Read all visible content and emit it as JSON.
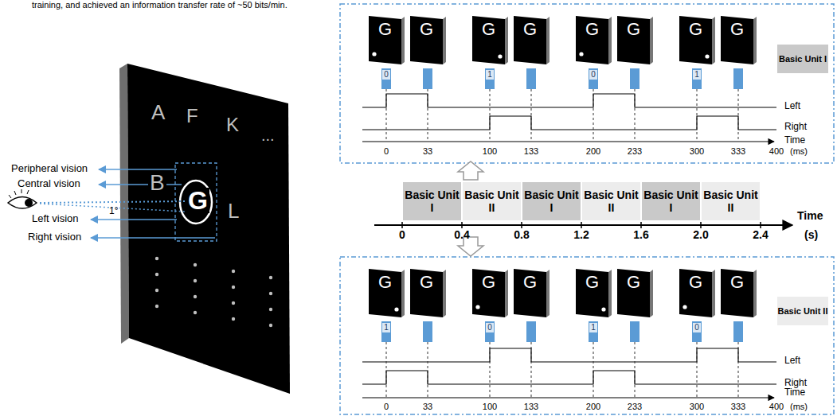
{
  "diagram": {
    "nodes": [
      {
        "text": [
          "A",
          "F",
          "K",
          "...",
          "B",
          "G",
          "L"
        ]
      },
      {
        "text": [
          "G"
        ]
      },
      {
        "text": [
          "G"
        ]
      },
      {
        "text": [
          "G"
        ]
      },
      {
        "text": [
          "G"
        ]
      },
      {
        "text": [
          "G"
        ]
      },
      {
        "text": [
          "G"
        ]
      },
      {
        "text": [
          "G"
        ]
      },
      {
        "text": [
          "G"
        ]
      },
      {
        "text": [
          "0"
        ]
      },
      {
        "text": [
          "1"
        ]
      },
      {
        "text": [
          "0"
        ]
      },
      {
        "text": [
          "1"
        ]
      },
      {
        "text": [
          "Basic Unit I"
        ]
      },
      {
        "text": [
          "Basic Unit I"
        ]
      },
      {
        "text": [
          "Basic Unit II"
        ]
      },
      {
        "text": [
          "Basic Unit I"
        ]
      },
      {
        "text": [
          "Basic Unit II"
        ]
      },
      {
        "text": [
          "Basic Unit I"
        ]
      },
      {
        "text": [
          "Basic Unit II"
        ]
      },
      {
        "text": [
          "G"
        ]
      },
      {
        "text": [
          "G"
        ]
      },
      {
        "text": [
          "G"
        ]
      },
      {
        "text": [
          "G"
        ]
      },
      {
        "text": [
          "G"
        ]
      },
      {
        "text": [
          "G"
        ]
      },
      {
        "text": [
          "G"
        ]
      },
      {
        "text": [
          "G"
        ]
      },
      {
        "text": [
          "1"
        ]
      },
      {
        "text": [
          "0"
        ]
      },
      {
        "text": [
          "1"
        ]
      },
      {
        "text": [
          "0"
        ]
      },
      {
        "text": [
          "Basic Unit II"
        ]
      }
    ],
    "labels": [
      "training, and achieved an information transfer rate of ~50 bits/min.",
      "Peripheral vision",
      "Central vision",
      "Left vision",
      "Right vision",
      "1°",
      "Left",
      "Right",
      "Time",
      "0",
      "33",
      "100",
      "133",
      "200",
      "233",
      "300",
      "333",
      "400",
      "(ms)",
      "0",
      "0.4",
      "0.8",
      "1.2",
      "1.6",
      "2.0",
      "2.4",
      "Time",
      "(s)",
      "Left",
      "Right",
      "Time",
      "0",
      "33",
      "100",
      "133",
      "200",
      "233",
      "300",
      "333",
      "400",
      "(ms)"
    ]
  }
}
